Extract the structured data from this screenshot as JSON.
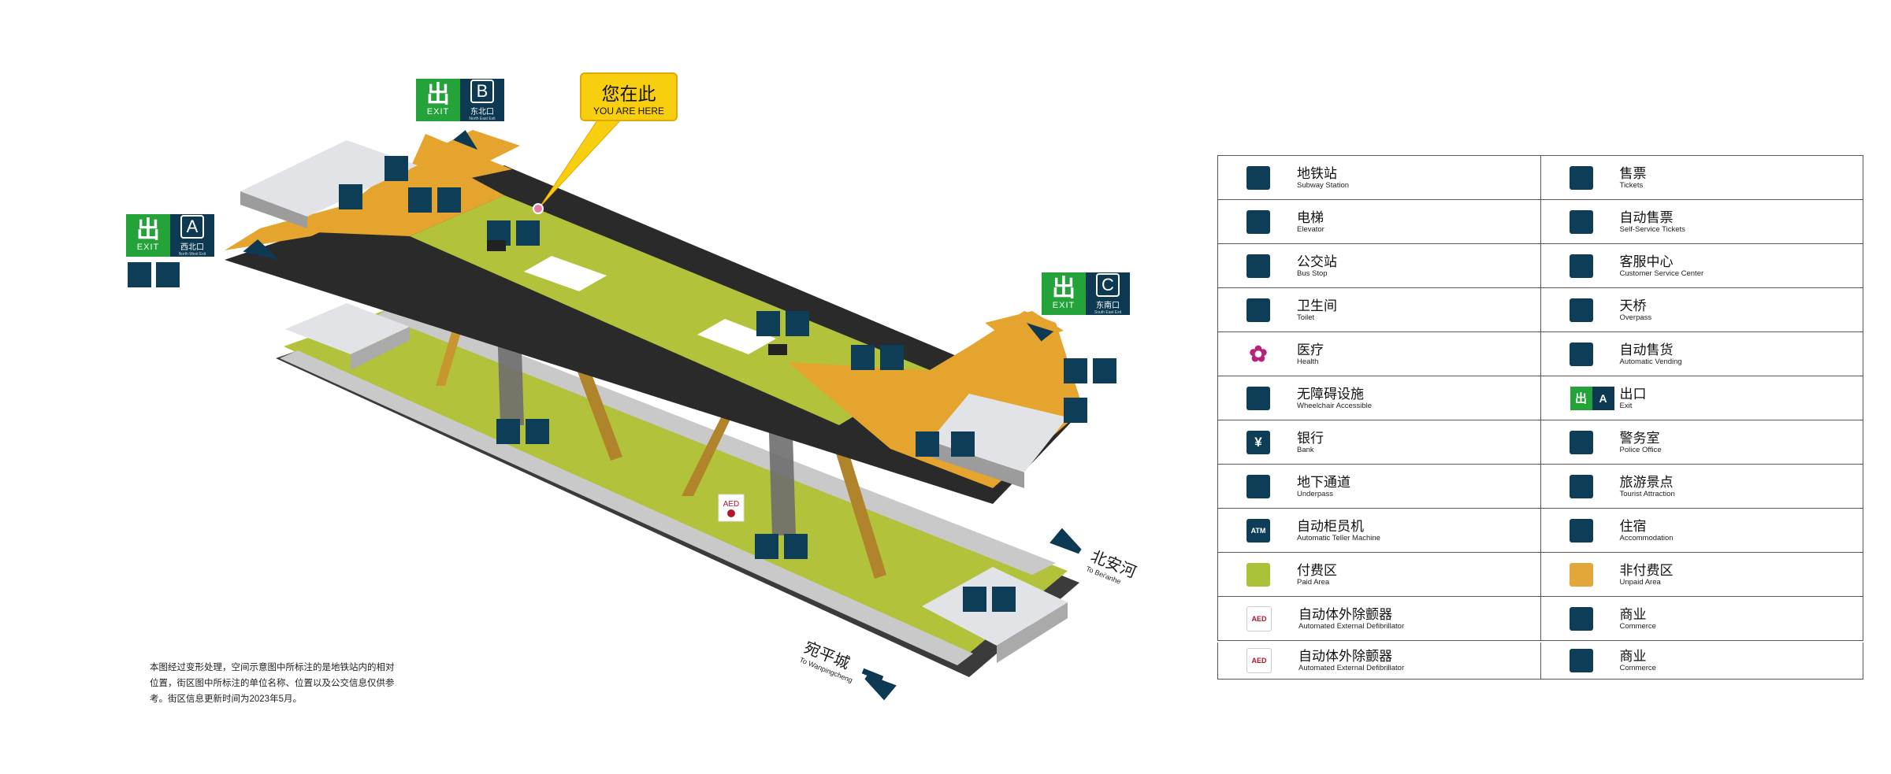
{
  "exits": {
    "a": {
      "glyph": "出",
      "en": "EXIT",
      "letter": "A",
      "cn": "西北口",
      "en_small": "North West Exit"
    },
    "b": {
      "glyph": "出",
      "en": "EXIT",
      "letter": "B",
      "cn": "东北口",
      "en_small": "North East Exit"
    },
    "c": {
      "glyph": "出",
      "en": "EXIT",
      "letter": "C",
      "cn": "东南口",
      "en_small": "South East Exit"
    }
  },
  "you_are_here": {
    "cn": "您在此",
    "en": "YOU ARE HERE"
  },
  "directions": {
    "north": {
      "cn": "北安河",
      "en": "To Bei'anhe"
    },
    "south": {
      "cn": "宛平城",
      "en": "To Wanpingcheng"
    }
  },
  "note": "本图经过变形处理，空间示意图中所标注的是地铁站内的相对位置，街区图中所标注的单位名称、位置以及公交信息仅供参考。街区信息更新时间为2023年5月。",
  "colors": {
    "paid": "#b2c23b",
    "unpaid": "#e5a42e",
    "icon_blue": "#0e3e57",
    "exit_green": "#23a33a"
  },
  "legend": [
    [
      {
        "icon": "subway-icon",
        "cn": "地铁站",
        "en": "Subway Station"
      },
      {
        "icon": "ticket-icon",
        "cn": "售票",
        "en": "Tickets"
      }
    ],
    [
      {
        "icon": "elevator-icon",
        "cn": "电梯",
        "en": "Elevator"
      },
      {
        "icon": "self-service-ticket-icon",
        "cn": "自动售票",
        "en": "Self-Service Tickets"
      }
    ],
    [
      {
        "icon": "bus-icon",
        "cn": "公交站",
        "en": "Bus Stop"
      },
      {
        "icon": "customer-service-icon",
        "cn": "客服中心",
        "en": "Customer Service Center"
      }
    ],
    [
      {
        "icon": "toilet-icon",
        "cn": "卫生间",
        "en": "Toilet"
      },
      {
        "icon": "overpass-icon",
        "cn": "天桥",
        "en": "Overpass"
      }
    ],
    [
      {
        "icon": "health-icon",
        "cn": "医疗",
        "en": "Health"
      },
      {
        "icon": "vending-icon",
        "cn": "自动售货",
        "en": "Automatic Vending"
      }
    ],
    [
      {
        "icon": "wheelchair-icon",
        "cn": "无障碍设施",
        "en": "Wheelchair Accessible"
      },
      {
        "icon": "exit-icon",
        "cn": "出口",
        "en": "Exit"
      }
    ],
    [
      {
        "icon": "bank-icon",
        "cn": "银行",
        "en": "Bank"
      },
      {
        "icon": "police-icon",
        "cn": "警务室",
        "en": "Police Office"
      }
    ],
    [
      {
        "icon": "underpass-icon",
        "cn": "地下通道",
        "en": "Underpass"
      },
      {
        "icon": "tourist-icon",
        "cn": "旅游景点",
        "en": "Tourist Attraction"
      }
    ],
    [
      {
        "icon": "atm-icon",
        "cn": "自动柜员机",
        "en": "Automatic Teller Machine"
      },
      {
        "icon": "accommodation-icon",
        "cn": "住宿",
        "en": "Accommodation"
      }
    ],
    [
      {
        "icon": "paid-area-swatch",
        "cn": "付费区",
        "en": "Paid Area"
      },
      {
        "icon": "unpaid-area-swatch",
        "cn": "非付费区",
        "en": "Unpaid Area"
      }
    ],
    [
      {
        "icon": "aed-icon",
        "cn": "自动体外除颤器",
        "en": "Automated External Defibrillator"
      },
      {
        "icon": "commerce-icon",
        "cn": "商业",
        "en": "Commerce"
      }
    ]
  ],
  "legend_extra": [
    {
      "icon": "aed-icon",
      "cn": "自动体外除颤器",
      "en": "Automated External Defibrillator"
    },
    {
      "icon": "commerce-icon",
      "cn": "商业",
      "en": "Commerce"
    }
  ],
  "icon_glyphs": {
    "atm": "ATM",
    "aed": "AED",
    "bank": "¥",
    "health": "✿",
    "exit_glyph": "出",
    "exit_letter": "A"
  }
}
